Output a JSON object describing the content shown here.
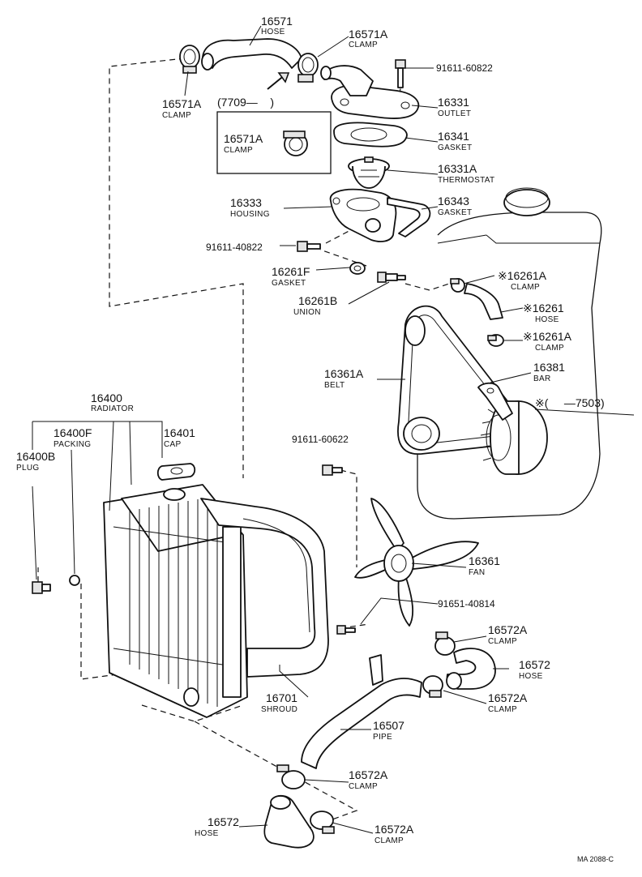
{
  "diagram": {
    "footer_code": "MA 2088-C",
    "date_range_note": "(7709—    )",
    "alt_note": "※(     —7503)",
    "labels": {
      "hose_16571": {
        "number": "16571",
        "name": "HOSE"
      },
      "clamp_16571a_r": {
        "number": "16571A",
        "name": "CLAMP"
      },
      "bolt_9161160822": {
        "number": "91611-60822"
      },
      "clamp_16571a_l": {
        "number": "16571A",
        "name": "CLAMP"
      },
      "outlet_16331": {
        "number": "16331",
        "name": "OUTLET"
      },
      "clamp_16571a_box": {
        "number": "16571A",
        "name": "CLAMP"
      },
      "gasket_16341": {
        "number": "16341",
        "name": "GASKET"
      },
      "thermostat_16331a": {
        "number": "16331A",
        "name": "THERMOSTAT"
      },
      "housing_16333": {
        "number": "16333",
        "name": "HOUSING"
      },
      "gasket_16343": {
        "number": "16343",
        "name": "GASKET"
      },
      "bolt_9161140822": {
        "number": "91611-40822"
      },
      "gasket_16261f": {
        "number": "16261F",
        "name": "GASKET"
      },
      "clamp_16261a_top": {
        "number": "※16261A",
        "name": "CLAMP"
      },
      "union_16261b": {
        "number": "16261B",
        "name": "UNION"
      },
      "hose_16261": {
        "number": "※16261",
        "name": "HOSE"
      },
      "clamp_16261a_bot": {
        "number": "※16261A",
        "name": "CLAMP"
      },
      "bar_16381": {
        "number": "16381",
        "name": "BAR"
      },
      "belt_16361a": {
        "number": "16361A",
        "name": "BELT"
      },
      "radiator_16400": {
        "number": "16400",
        "name": "RADIATOR"
      },
      "packing_16400f": {
        "number": "16400F",
        "name": "PACKING"
      },
      "cap_16401": {
        "number": "16401",
        "name": "CAP"
      },
      "plug_16400b": {
        "number": "16400B",
        "name": "PLUG"
      },
      "bolt_9161160622": {
        "number": "91611-60622"
      },
      "fan_16361": {
        "number": "16361",
        "name": "FAN"
      },
      "bolt_9165140814": {
        "number": "91651-40814"
      },
      "clamp_16572a_1": {
        "number": "16572A",
        "name": "CLAMP"
      },
      "hose_16572_r": {
        "number": "16572",
        "name": "HOSE"
      },
      "clamp_16572a_2": {
        "number": "16572A",
        "name": "CLAMP"
      },
      "shroud_16701": {
        "number": "16701",
        "name": "SHROUD"
      },
      "pipe_16507": {
        "number": "16507",
        "name": "PIPE"
      },
      "clamp_16572a_3": {
        "number": "16572A",
        "name": "CLAMP"
      },
      "hose_16572_l": {
        "number": "16572",
        "name": "HOSE"
      },
      "clamp_16572a_4": {
        "number": "16572A",
        "name": "CLAMP"
      }
    }
  }
}
